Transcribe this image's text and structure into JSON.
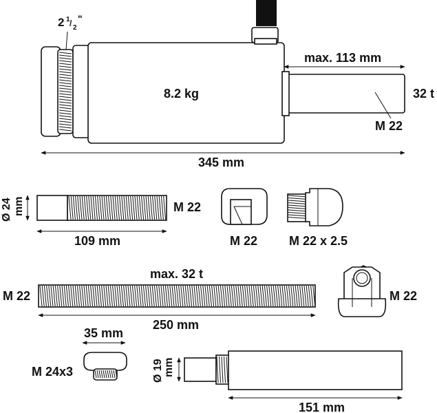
{
  "cylinder": {
    "thread_label": "2",
    "thread_sup": "1",
    "thread_sub": "2",
    "thread_quote": "\"",
    "weight": "8.2 kg",
    "stroke": "max. 113 mm",
    "force": "32 t",
    "thread": "M 22",
    "length": "345 mm"
  },
  "rod_short": {
    "diameter": "Ø 24",
    "diameter_unit": "mm",
    "thread": "M 22",
    "length": "109 mm"
  },
  "cap_nut": {
    "label": "M 22"
  },
  "adapter": {
    "label": "M 22 x 2.5"
  },
  "rod_long": {
    "thread": "M 22",
    "force": "max. 32 t",
    "length": "250 mm"
  },
  "hex_nut": {
    "label": "M 22"
  },
  "saddle": {
    "width": "35 mm",
    "thread": "M 24x3"
  },
  "extension": {
    "diameter": "Ø 19",
    "diameter_unit": "mm",
    "length": "151 mm"
  }
}
